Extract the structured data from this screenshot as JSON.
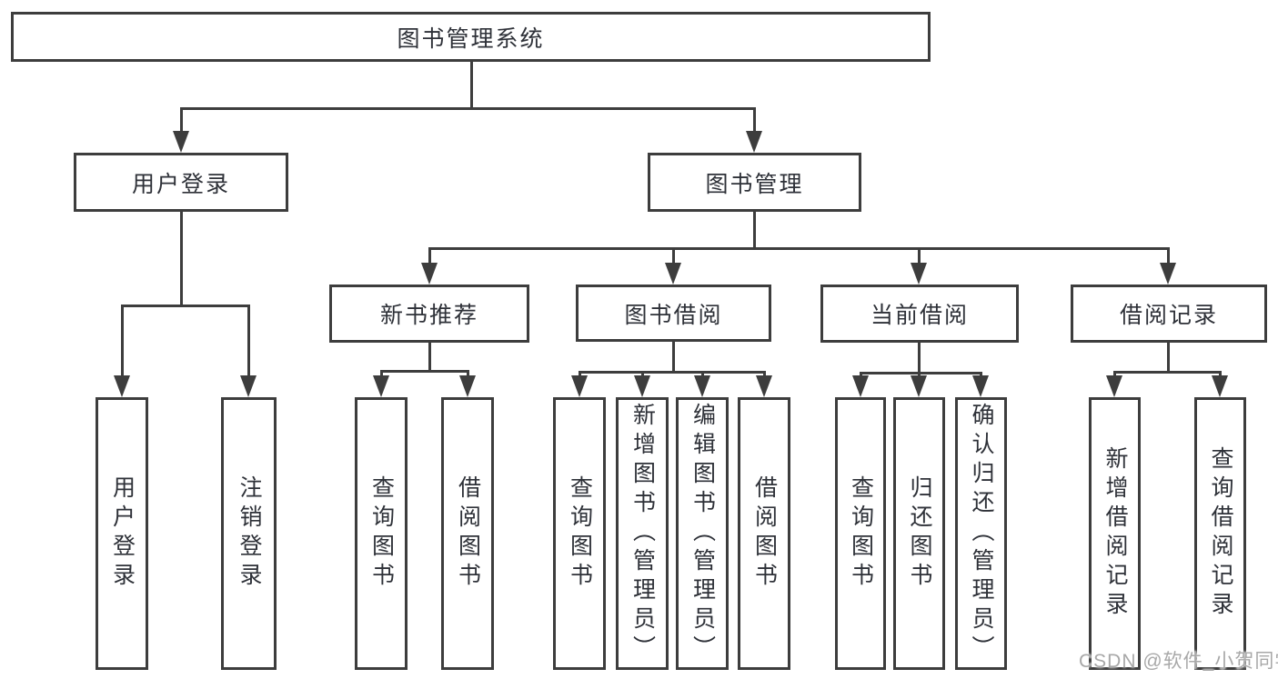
{
  "diagram_title": "图书管理系统",
  "colors": {
    "line": "#3d3d3d",
    "text": "#2e3138",
    "background": "#ffffff",
    "watermark": "#a8a8a8"
  },
  "watermark": {
    "text": "CSDN @软件_小贺同学"
  },
  "tree": {
    "label": "图书管理系统",
    "children": [
      {
        "label": "用户登录",
        "children": [
          {
            "label": "用户登录"
          },
          {
            "label": "注销登录"
          }
        ]
      },
      {
        "label": "图书管理",
        "children": [
          {
            "label": "新书推荐",
            "children": [
              {
                "label": "查询图书"
              },
              {
                "label": "借阅图书"
              }
            ]
          },
          {
            "label": "图书借阅",
            "children": [
              {
                "label": "查询图书"
              },
              {
                "label": "新增图书（管理员）"
              },
              {
                "label": "编辑图书（管理员）"
              },
              {
                "label": "借阅图书"
              }
            ]
          },
          {
            "label": "当前借阅",
            "children": [
              {
                "label": "查询图书"
              },
              {
                "label": "归还图书"
              },
              {
                "label": "确认归还（管理员）"
              }
            ]
          },
          {
            "label": "借阅记录",
            "children": [
              {
                "label": "新增借阅记录"
              },
              {
                "label": "查询借阅记录"
              }
            ]
          }
        ]
      }
    ]
  }
}
